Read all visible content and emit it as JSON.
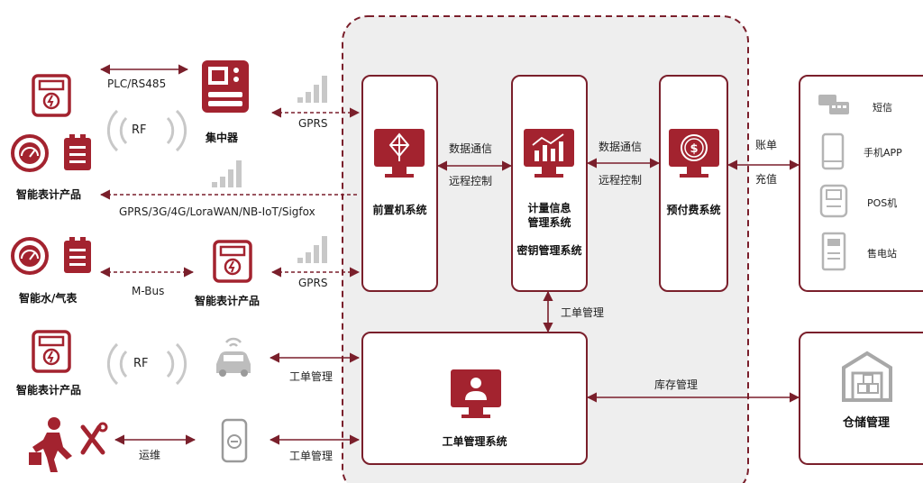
{
  "devices": {
    "meter_top": "智能表计产品",
    "concentrator": "集中器",
    "water_gas": "智能水/气表",
    "meter_mbus": "智能表计产品",
    "meter_rf2": "智能表计产品"
  },
  "links": {
    "plc": "PLC/RS485",
    "rf1": "RF",
    "gprs1": "GPRS",
    "gprs_long": "GPRS/3G/4G/LoraWAN/NB-IoT/Sigfox",
    "mbus": "M-Bus",
    "gprs2": "GPRS",
    "rf2": "RF",
    "workorder1": "工单管理",
    "workorder2": "工单管理",
    "maintenance": "运维",
    "data_comm1": "数据通信",
    "remote1": "远程控制",
    "data_comm2": "数据通信",
    "remote2": "远程控制",
    "workorder_center": "工单管理",
    "inventory": "库存管理",
    "bill": "账单",
    "recharge": "充值"
  },
  "systems": {
    "frontend": "前置机系统",
    "metering_line1": "计量信息",
    "metering_line2": "管理系统",
    "key_mgmt": "密钥管理系统",
    "prepay": "预付费系统",
    "workorder_sys": "工单管理系统"
  },
  "channels": {
    "sms": "短信",
    "app": "手机APP",
    "pos": "POS机",
    "station": "售电站"
  },
  "warehouse": "仓储管理",
  "colors": {
    "accent": "#7a1f2b",
    "region_fill": "#eeeeee",
    "gray_icon": "#b5b5b5"
  }
}
